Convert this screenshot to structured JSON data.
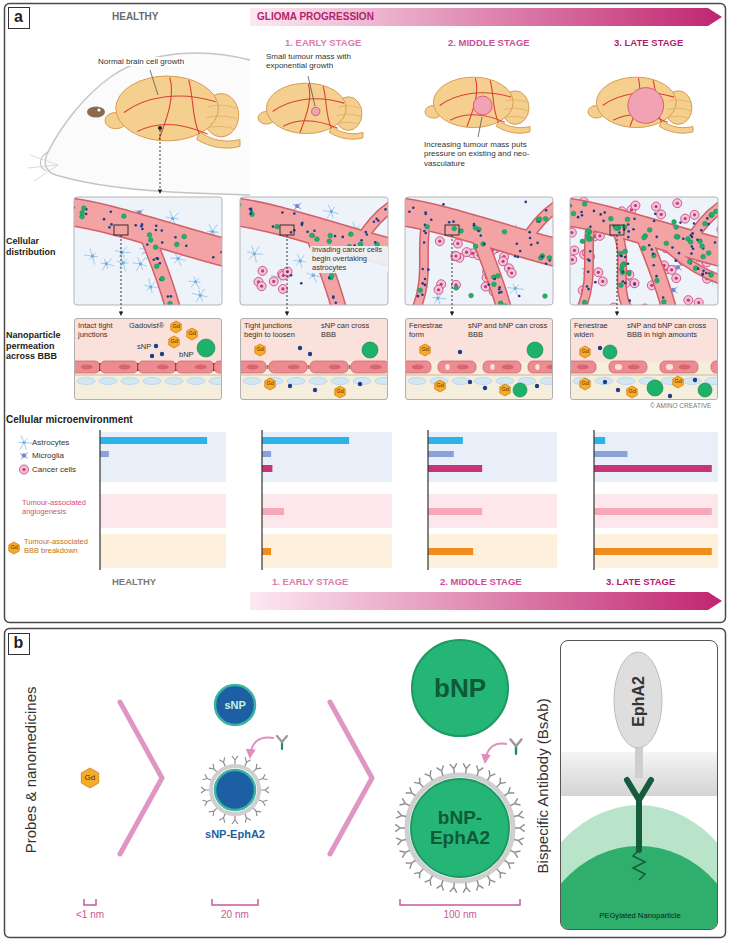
{
  "diagram": {
    "nodes": [
      {
        "text": [
          "a"
        ]
      },
      {
        "text": [
          "Intact tight junctions",
          "Gadovist®",
          "sNP",
          "bNP"
        ]
      },
      {
        "text": [
          "Tight junctions begin to loosen",
          "sNP can cross BBB"
        ]
      },
      {
        "text": [
          "Fenestrae form",
          "sNP and bNP can cross BBB"
        ]
      },
      {
        "text": [
          "Fenestrae widen",
          "sNP and bNP can cross BBB in high amounts"
        ]
      },
      {
        "text": [
          "b"
        ]
      },
      {
        "text": [
          "sNP"
        ]
      },
      {
        "text": [
          "sNP-EphA2"
        ]
      },
      {
        "text": [
          "bNP"
        ]
      },
      {
        "text": [
          "bNP-EphA2"
        ]
      },
      {
        "text": [
          "Bispecific Antibody (BsAb)"
        ]
      },
      {
        "text": [
          "EphA2"
        ],
        "in": 10
      },
      {
        "text": [
          "PEGylated Nanoparticle"
        ],
        "in": 10
      }
    ],
    "labels": [
      "HEALTHY",
      "GLIOMA PROGRESSION",
      "1. EARLY STAGE",
      "2. MIDDLE STAGE",
      "3. LATE STAGE",
      "Normal brain cell growth",
      "Small tumour mass with exponential growth",
      "Increasing tumour mass puts pressure on existing and neo-vasculature",
      "Cellular distribution",
      "Invading cancer cells begin overtaking astrocytes",
      "Nanoparticle permeation across BBB",
      "Gd",
      "Gd",
      "Gd",
      "Gd",
      "Gd",
      "Gd",
      "Gd",
      "Gd",
      "Gd",
      "Gd",
      "Gd",
      "Gd",
      "Gd",
      "© AMINO CREATIVE",
      "Cellular microenvironment",
      "Astrocytes",
      "Microglia",
      "Cancer cells",
      "Tumour-associated angiogenesis",
      "Gd",
      "Tumour-associated BBB breakdown",
      "HEALTHY",
      "1. EARLY STAGE",
      "2. MIDDLE STAGE",
      "3. LATE STAGE",
      "Probes & nanomedicines",
      "Gd",
      "<1 nm",
      "20 nm",
      "100 nm"
    ]
  }
}
